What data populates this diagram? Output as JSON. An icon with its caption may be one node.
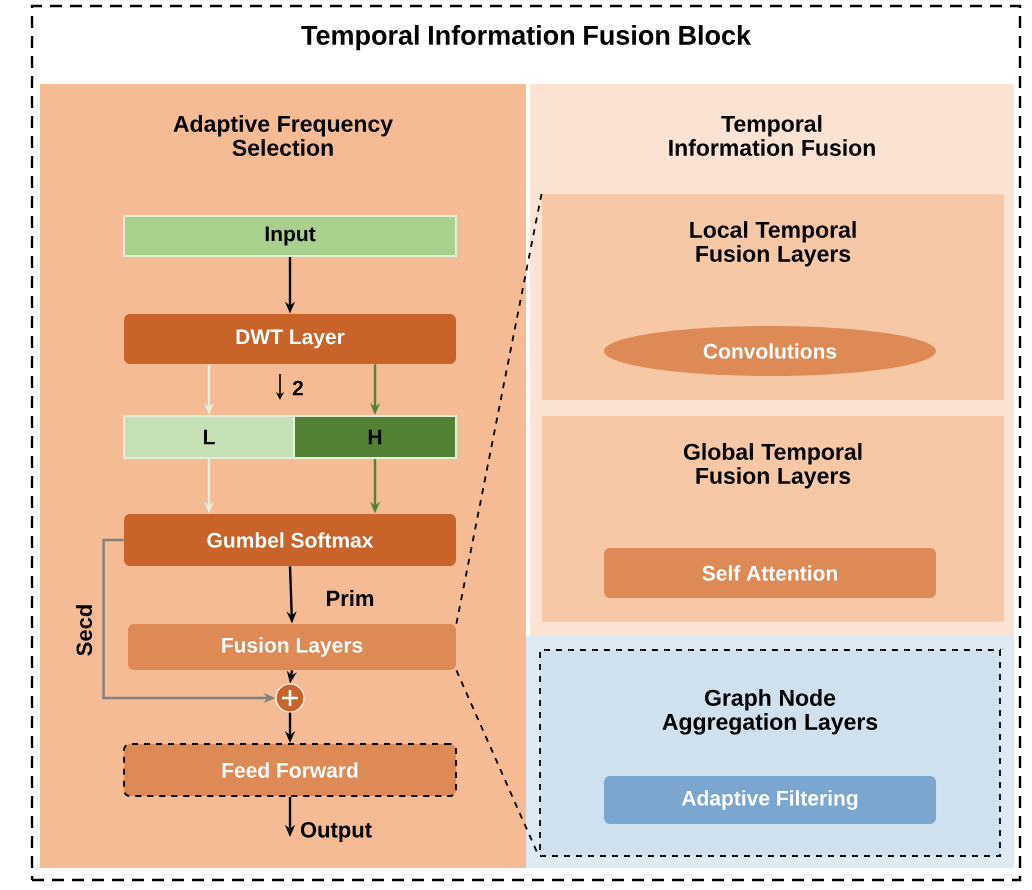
{
  "diagram": {
    "nodes": [
      {
        "text": [
          "Temporal Information Fusion Block"
        ]
      },
      {
        "text": [
          "Adaptive Frequency Selection"
        ],
        "in": 0
      },
      {
        "text": [
          "Input"
        ],
        "in": 1
      },
      {
        "text": [
          "DWT Layer"
        ],
        "in": 1
      },
      {
        "text": [
          "L"
        ],
        "in": 1
      },
      {
        "text": [
          "H"
        ],
        "in": 1
      },
      {
        "text": [
          "Gumbel Softmax"
        ],
        "in": 1
      },
      {
        "text": [
          "Fusion Layers"
        ],
        "in": 1
      },
      {
        "text": [],
        "shape": "circle",
        "in": 1
      },
      {
        "text": [
          "Feed Forward"
        ],
        "in": 1
      },
      {
        "text": [
          "Temporal Information Fusion"
        ],
        "in": 0
      },
      {
        "text": [
          "Local Temporal Fusion Layers"
        ],
        "in": 10
      },
      {
        "text": [
          "Convolutions"
        ],
        "in": 11
      },
      {
        "text": [
          "Global Temporal Fusion Layers"
        ],
        "in": 10
      },
      {
        "text": [
          "Self Attention"
        ],
        "in": 13
      },
      {
        "text": [
          "Graph Node Aggregation Layers"
        ],
        "in": 10
      },
      {
        "text": [
          "Adaptive Filtering"
        ],
        "in": 15
      }
    ],
    "edges": [
      {
        "from": 2,
        "to": 3,
        "arrow": "to"
      },
      {
        "from": 3,
        "to": 4,
        "arrow": "to",
        "color": "#e2f0d9"
      },
      {
        "from": 3,
        "to": 5,
        "arrow": "to",
        "color": "#548235"
      },
      {
        "from": 4,
        "to": 6,
        "arrow": "to",
        "color": "#e2f0d9"
      },
      {
        "from": 5,
        "to": 6,
        "arrow": "to",
        "color": "#548235"
      },
      {
        "from": 6,
        "to": 7,
        "arrow": "to",
        "label": "Prim"
      },
      {
        "from": 6,
        "to": 8,
        "arrow": "to",
        "label": "Secd",
        "color": "#808080"
      },
      {
        "from": 7,
        "to": 8,
        "arrow": "to"
      },
      {
        "from": 8,
        "to": 9,
        "arrow": "to"
      },
      {
        "from": 9,
        "to": null,
        "arrow": "to",
        "label": "Output"
      },
      {
        "from": 7,
        "to": 11,
        "arrow": "none",
        "style": "dashed"
      },
      {
        "from": 7,
        "to": 15,
        "arrow": "none",
        "style": "dashed"
      }
    ],
    "labels": [
      "2"
    ]
  }
}
